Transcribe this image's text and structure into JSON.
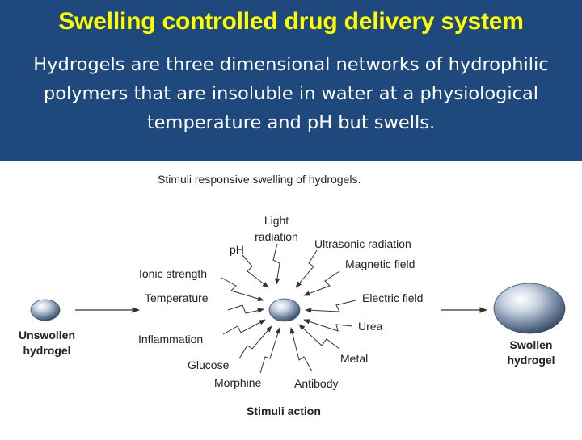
{
  "slide": {
    "title": "Swelling controlled drug delivery system",
    "body": "Hydrogels are three dimensional networks of hydrophilic polymers that are insoluble in water at a physiological temperature and pH but swells."
  },
  "figure": {
    "caption": "Stimuli responsive swelling of hydrogels.",
    "unswollen_line1": "Unswollen",
    "unswollen_line2": "hydrogel",
    "swollen_line1": "Swollen",
    "swollen_line2": "hydrogel",
    "stimuli_action": "Stimuli action",
    "stimuli": {
      "light_line1": "Light",
      "light_line2": "radiation",
      "ph": "pH",
      "ultrasonic": "Ultrasonic radiation",
      "magnetic": "Magnetic field",
      "ionic": "Ionic strength",
      "temperature": "Temperature",
      "electric": "Electric field",
      "urea": "Urea",
      "inflammation": "Inflammation",
      "metal": "Metal",
      "glucose": "Glucose",
      "morphine": "Morphine",
      "antibody": "Antibody"
    }
  },
  "colors": {
    "header_bg": "#1f497d",
    "title": "#ffff00",
    "body_text": "#ffffff"
  }
}
